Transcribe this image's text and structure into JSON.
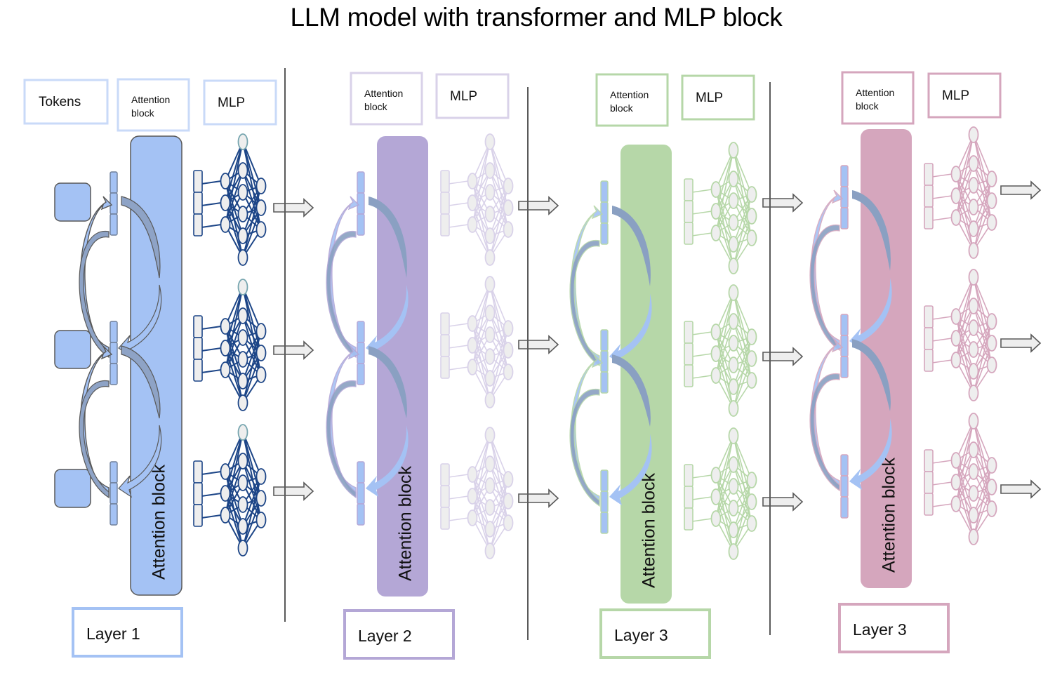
{
  "title": "LLM model with transformer and MLP block",
  "tokens_label": "Tokens",
  "layers": [
    {
      "name": "Layer 1",
      "attention_header": "Attention\nblock",
      "mlp_header": "MLP",
      "attention_block_label": "Attention block",
      "colors": {
        "border": "#c9daf8",
        "fill": "#a4c2f4",
        "mlp_line": "#1c4587",
        "footer_border": "#a4c2f4",
        "arc": "#6f7f99",
        "shell": "#595959"
      }
    },
    {
      "name": "Layer 2",
      "attention_header": "Attention\nblock",
      "mlp_header": "MLP",
      "attention_block_label": "Attention block",
      "colors": {
        "border": "#d9d2e9",
        "fill": "#b4a7d6",
        "mlp_line": "#d9d2e9",
        "footer_border": "#b4a7d6",
        "arc": "#b4a7d6",
        "shell": "#b4a7d6"
      }
    },
    {
      "name": "Layer 3",
      "attention_header": "Attention\nblock",
      "mlp_header": "MLP",
      "attention_block_label": "Attention block",
      "colors": {
        "border": "#b6d7a8",
        "fill": "#b6d7a8",
        "mlp_line": "#b6d7a8",
        "footer_border": "#b6d7a8",
        "arc": "#b6d7a8",
        "shell": "#b6d7a8"
      }
    },
    {
      "name": "Layer 3",
      "attention_header": "Attention\nblock",
      "mlp_header": "MLP",
      "attention_block_label": "Attention block",
      "colors": {
        "border": "#d5a6bd",
        "fill": "#d5a6bd",
        "mlp_line": "#d5a6bd",
        "footer_border": "#d5a6bd",
        "arc": "#d5a6bd",
        "shell": "#d5a6bd"
      }
    }
  ],
  "token_count": 3,
  "mlp_structure": {
    "input_cells": 3,
    "hidden_layers": [
      3,
      6,
      3
    ]
  },
  "icons": {
    "token": "rounded-square",
    "token_vector": "stacked-cells",
    "attention_arc": "curved-arrow",
    "layer_transition": "block-right-arrow"
  },
  "palette": {
    "token_fill": "#a4c2f4",
    "node_fill": "#eeeeee",
    "arrow_fill": "#eeeeee",
    "arrow_stroke": "#595959",
    "separator": "#595959"
  }
}
